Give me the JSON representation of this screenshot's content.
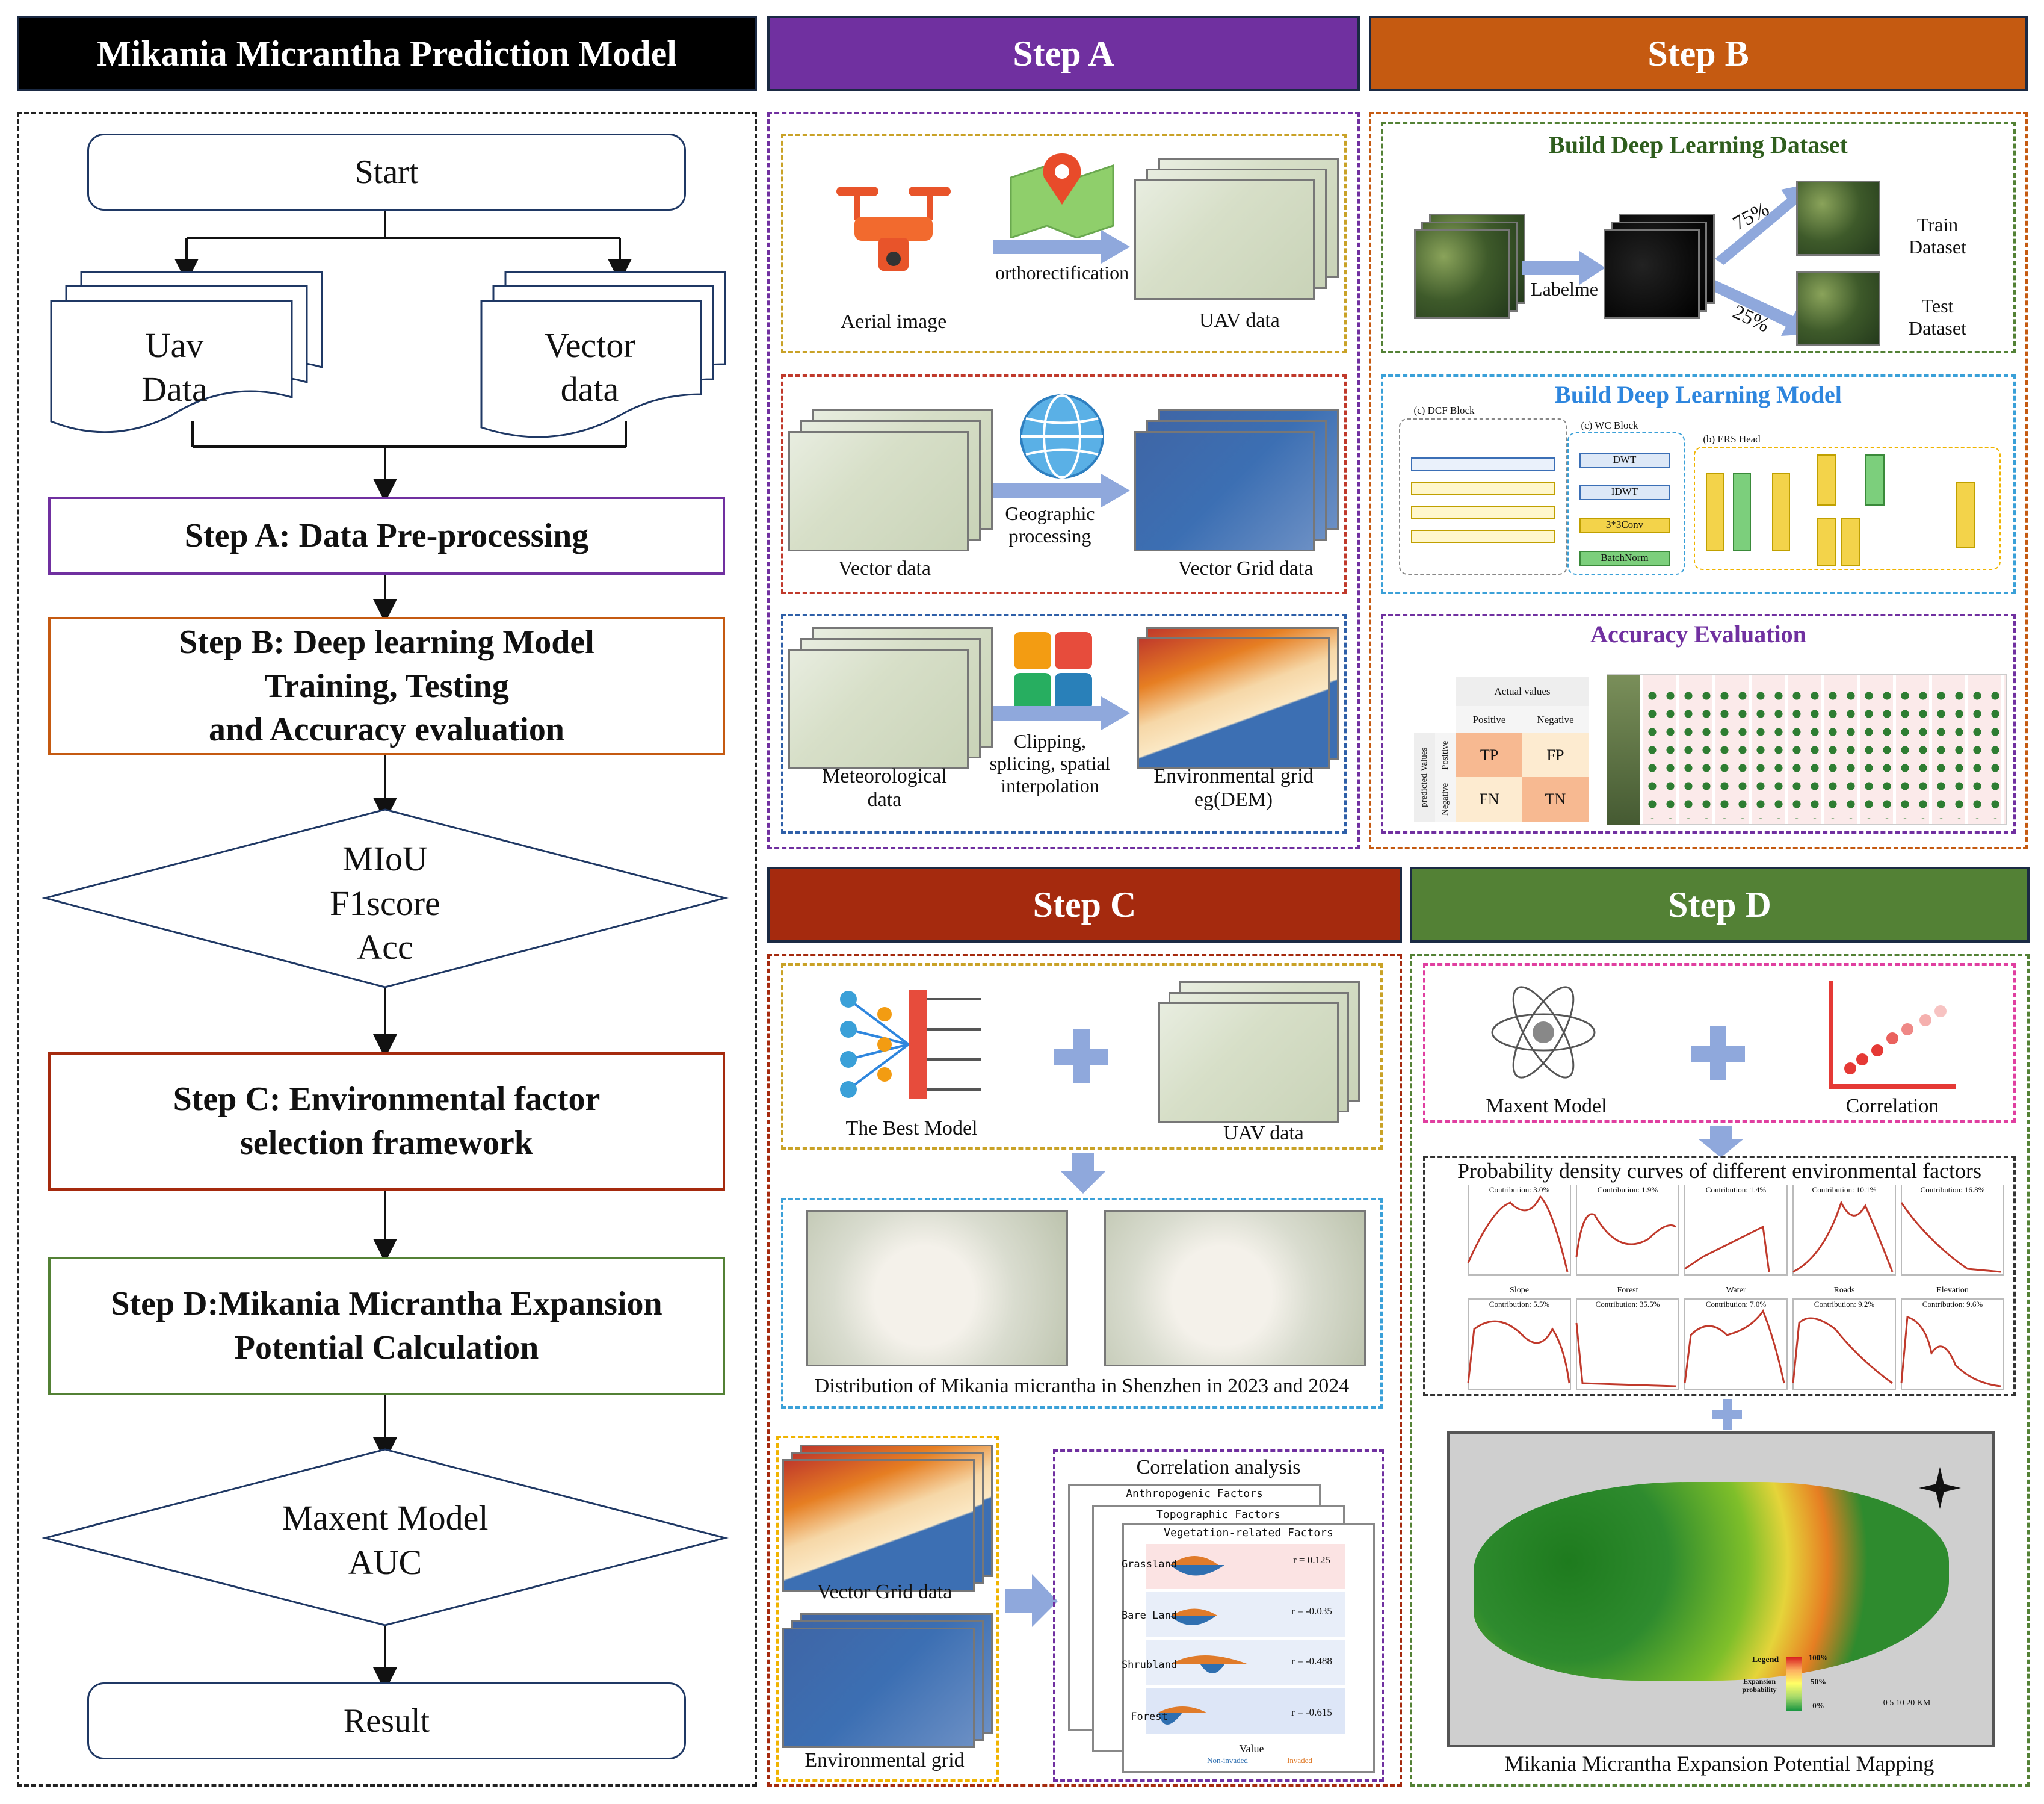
{
  "headers": {
    "main": "Mikania Micrantha Prediction Model",
    "step_a": "Step A",
    "step_b": "Step B",
    "step_c": "Step C",
    "step_d": "Step D"
  },
  "colors": {
    "main_header": "#000000",
    "step_a": "#7030a0",
    "step_b": "#c55a11",
    "step_c": "#a52a0e",
    "step_d": "#538135",
    "arrow_blue": "#8fa8dc"
  },
  "flow": {
    "start": "Start",
    "uav_data": [
      "Uav",
      "Data"
    ],
    "vector_data": [
      "Vector",
      "data"
    ],
    "step_a": "Step A: Data Pre-processing",
    "step_b": [
      "Step B: Deep learning Model",
      "Training, Testing",
      "and Accuracy evaluation"
    ],
    "metrics": [
      "MIoU",
      "F1score",
      "Acc"
    ],
    "step_c": [
      "Step C: Environmental factor",
      "selection framework"
    ],
    "step_d": [
      "Step D:Mikania Micrantha Expansion",
      "Potential Calculation"
    ],
    "maxent": [
      "Maxent Model",
      "AUC"
    ],
    "result": "Result"
  },
  "step_a": {
    "row1": {
      "left": "Aerial image",
      "middle": "orthorectification",
      "right": "UAV data",
      "left_icon": "drone-icon",
      "middle_icon": "map-pin-icon"
    },
    "row2": {
      "left": "Vector data",
      "middle": [
        "Geographic",
        "processing"
      ],
      "right": "Vector Grid data",
      "middle_icon": "globe-icon"
    },
    "row3": {
      "left": [
        "Meteorological",
        "data"
      ],
      "middle": [
        "Clipping,",
        "splicing, spatial",
        "interpolation"
      ],
      "right": [
        "Environmental grid",
        "eg(DEM)"
      ],
      "middle_icon": "puzzle-icon"
    }
  },
  "step_b": {
    "dataset": {
      "title": "Build Deep Learning Dataset",
      "labelme": "Labelme",
      "pct_train": "75%",
      "pct_test": "25%",
      "train": [
        "Train",
        "Dataset"
      ],
      "test": [
        "Test",
        "Dataset"
      ]
    },
    "model": {
      "title": "Build Deep Learning Model",
      "dcf": "(c) DCF Block",
      "wc": "(c) WC Block",
      "ers": "(b) ERS Head",
      "dwt": "DWT",
      "idwt": "IDWT",
      "conv3": "3*3Conv",
      "bn": "BatchNorm"
    },
    "accuracy": {
      "title": "Accuracy Evaluation",
      "actual": "Actual values",
      "positive": "Positive",
      "negative": "Negative",
      "predicted": "predicted Values",
      "cells": [
        "TP",
        "FP",
        "FN",
        "TN"
      ]
    }
  },
  "step_c": {
    "best_model": "The Best Model",
    "uav": "UAV data",
    "distribution": "Distribution of Mikania micrantha in Shenzhen in 2023 and 2024",
    "vector_grid": "Vector Grid data",
    "env_grid": "Environmental grid",
    "corr_title": "Correlation analysis",
    "corr_layers": [
      "Anthropogenic Factors",
      "Topographic Factors",
      "Vegetation-related Factors"
    ],
    "corr_rows": [
      {
        "name": "Grassland",
        "r": "r = 0.125"
      },
      {
        "name": "Bare Land",
        "r": "r = -0.035"
      },
      {
        "name": "Shrubland",
        "r": "r = -0.488"
      },
      {
        "name": "Forest",
        "r": "r = -0.615"
      }
    ],
    "corr_axis": "Value",
    "corr_legend": [
      "Non-invaded",
      "Invaded"
    ]
  },
  "step_d": {
    "maxent": "Maxent Model",
    "correlation": "Correlation",
    "pdc_title": "Probability density curves of different environmental factors",
    "panels": [
      {
        "label": "Contribution: 3.0%",
        "x": "Slope"
      },
      {
        "label": "Contribution: 1.9%",
        "x": "Forest"
      },
      {
        "label": "Contribution: 1.4%",
        "x": "Water"
      },
      {
        "label": "Contribution: 10.1%",
        "x": "Roads"
      },
      {
        "label": "Contribution: 16.8%",
        "x": "Elevation"
      },
      {
        "label": "Contribution: 5.5%",
        "x": ""
      },
      {
        "label": "Contribution: 35.5%",
        "x": ""
      },
      {
        "label": "Contribution: 7.0%",
        "x": ""
      },
      {
        "label": "Contribution: 9.2%",
        "x": ""
      },
      {
        "label": "Contribution: 9.6%",
        "x": ""
      }
    ],
    "map_title": "Mikania Micrantha Expansion Potential Mapping",
    "legend": {
      "title": "Legend",
      "high": "100%",
      "mid": "50%",
      "low": "0%",
      "label": "Expansion probability",
      "scale": "0  5  10     20 KM"
    }
  }
}
